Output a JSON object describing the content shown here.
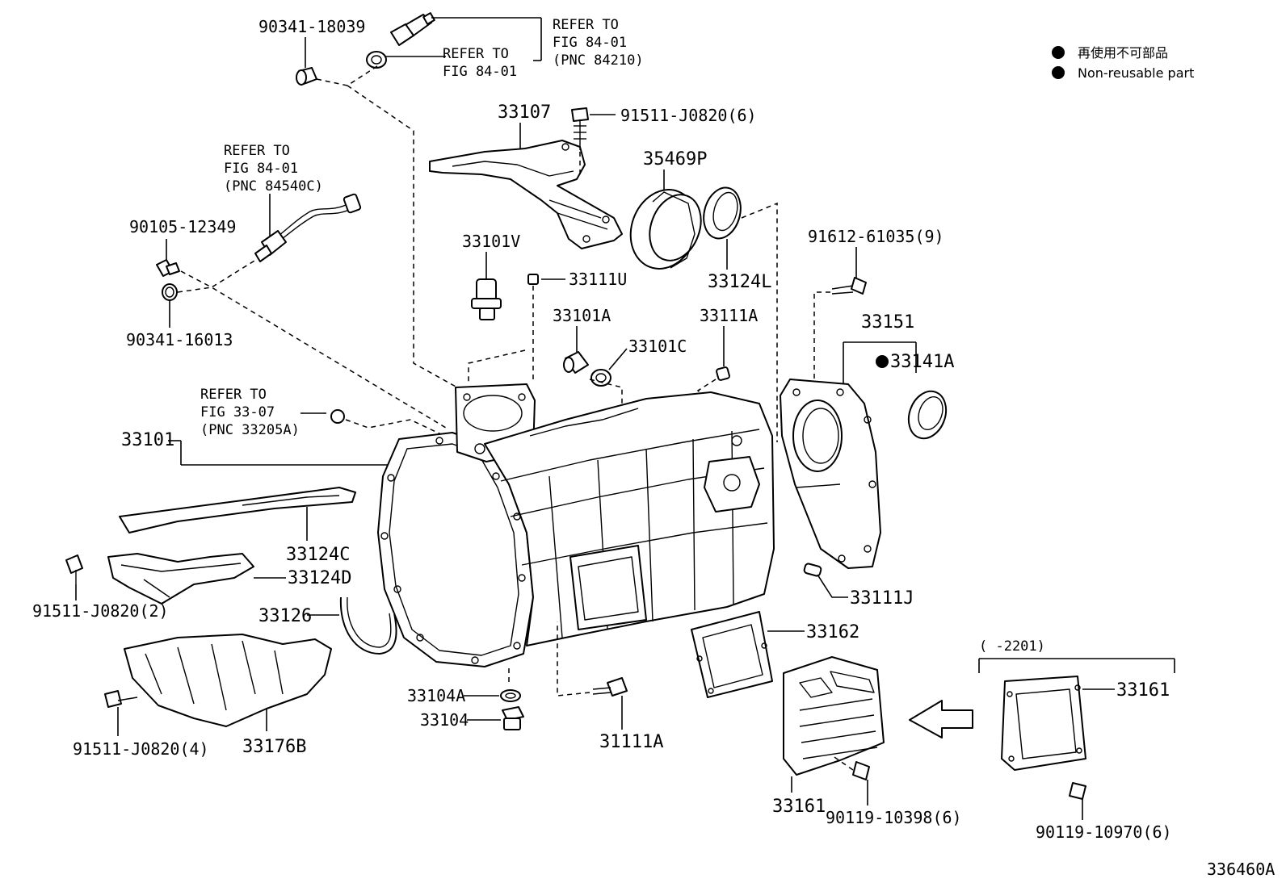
{
  "legend": {
    "jp": "再使用不可部品",
    "en": "Non-reusable part"
  },
  "figure_code": "336460A",
  "refs": {
    "ref_84_01_a": [
      "REFER TO",
      "FIG 84-01",
      "(PNC 84210)"
    ],
    "ref_84_01_b": [
      "REFER TO",
      "FIG 84-01"
    ],
    "ref_84_01_c": [
      "REFER TO",
      "FIG 84-01",
      "(PNC 84540C)"
    ],
    "ref_33_07": [
      "REFER TO",
      "FIG 33-07",
      "(PNC 33205A)"
    ]
  },
  "parts": {
    "p90341_18039": "90341-18039",
    "p33107": "33107",
    "p91511_j0820_6": "91511-J0820(6)",
    "p35469p": "35469P",
    "p90105_12349": "90105-12349",
    "p90341_16013": "90341-16013",
    "p33101v": "33101V",
    "p33111u": "33111U",
    "p33124l": "33124L",
    "p91612_61035_9": "91612-61035(9)",
    "p33101a": "33101A",
    "p33101c": "33101C",
    "p33111a_top": "33111A",
    "p33151": "33151",
    "p33141a": "33141A",
    "p33101": "33101",
    "p33124c": "33124C",
    "p33124d": "33124D",
    "p91511_j0820_2": "91511-J0820(2)",
    "p33111j": "33111J",
    "p33126": "33126",
    "p33162": "33162",
    "p33104a": "33104A",
    "p33104": "33104",
    "p31111a": "31111A",
    "p33161_right": "33161",
    "p33161_bottom": "33161",
    "p33176b": "33176B",
    "p91511_j0820_4": "91511-J0820(4)",
    "p90119_10398_6": "90119-10398(6)",
    "p90119_10970_6": "90119-10970(6)",
    "range_2201": "(      -2201)"
  }
}
